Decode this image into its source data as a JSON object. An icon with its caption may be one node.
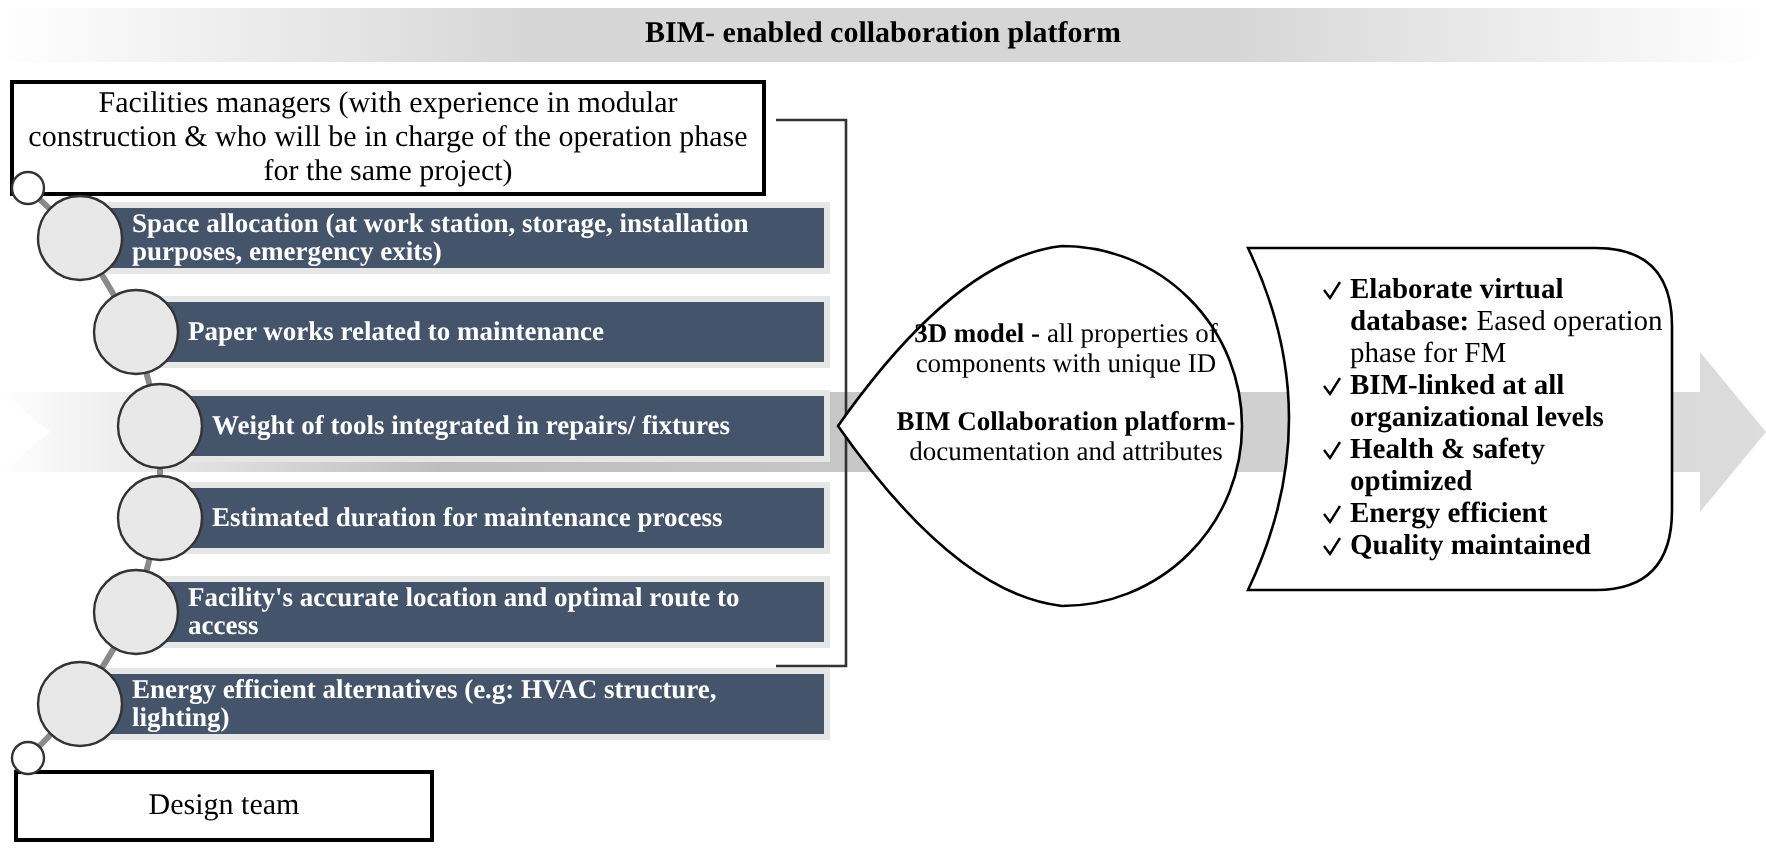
{
  "diagram": {
    "title": "BIM- enabled collaboration platform",
    "nodes": [
      {
        "text": [
          "Facilities managers (with experience in modular construction & who will be in charge of the operation phase for the same project)"
        ]
      },
      {
        "text": [
          "Space allocation (at work station, storage, installation purposes, emergency exits)"
        ]
      },
      {
        "text": [
          "Paper works related to maintenance"
        ]
      },
      {
        "text": [
          "Weight of tools integrated in repairs/ fixtures"
        ]
      },
      {
        "text": [
          "Estimated duration for maintenance process"
        ]
      },
      {
        "text": [
          "Facility's accurate location and optimal route to access"
        ]
      },
      {
        "text": [
          "Energy efficient alternatives (e.g: HVAC structure, lighting)"
        ]
      },
      {
        "text": [
          "Design team"
        ]
      },
      {
        "text": [
          "**3D model -** all properties of components with unique ID",
          "**BIM Collaboration platform-** documentation and attributes"
        ]
      },
      {
        "text": [
          "**Elaborate virtual database:** Eased operation phase for FM",
          "**BIM-linked at all organizational levels**",
          "**Health & safety optimized**",
          "**Energy efficient**",
          "**Quality maintained**"
        ]
      }
    ],
    "edges": [
      {
        "from": 0,
        "to": 1,
        "arrow": "none"
      },
      {
        "from": 1,
        "to": 2,
        "arrow": "none"
      },
      {
        "from": 2,
        "to": 3,
        "arrow": "none"
      },
      {
        "from": 3,
        "to": 4,
        "arrow": "none"
      },
      {
        "from": 4,
        "to": 5,
        "arrow": "none"
      },
      {
        "from": 5,
        "to": 6,
        "arrow": "none"
      },
      {
        "from": 6,
        "to": 7,
        "arrow": "none"
      }
    ]
  }
}
